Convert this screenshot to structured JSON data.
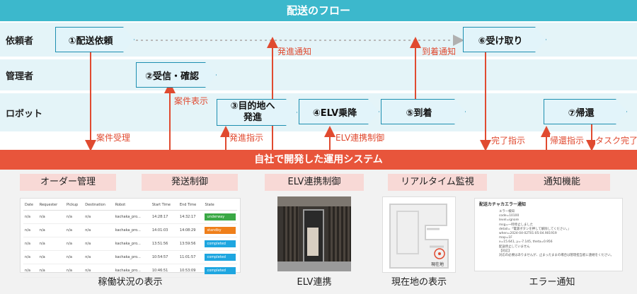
{
  "title": "配送のフロー",
  "lanes": [
    "依頼者",
    "管理者",
    "ロボット"
  ],
  "steps": [
    {
      "label": "①配送依頼"
    },
    {
      "label": "②受信・確認"
    },
    {
      "label": "③目的地へ\n発進"
    },
    {
      "label": "④ELV乗降"
    },
    {
      "label": "⑤到着"
    },
    {
      "label": "⑥受け取り"
    },
    {
      "label": "⑦帰還"
    }
  ],
  "arrow_labels": {
    "case_received": "案件受理",
    "case_display": "案件表示",
    "dispatch_instruction": "発進指示",
    "dispatch_notice": "発進通知",
    "elv_control": "ELV連携制御",
    "arrival_notice": "到着通知",
    "complete_instruction": "完了指示",
    "return_instruction": "帰還指示",
    "task_complete": "タスク完了"
  },
  "system_title": "自社で開発した運用システム",
  "features": [
    {
      "name": "オーダー管理",
      "caption": "稼働状況の表示"
    },
    {
      "name": "発送制御",
      "caption": ""
    },
    {
      "name": "ELV連携制御",
      "caption": "ELV連携"
    },
    {
      "name": "リアルタイム監視",
      "caption": "現在地の表示"
    },
    {
      "name": "通知機能",
      "caption": "エラー通知"
    }
  ],
  "order_table": {
    "headers": [
      "Date",
      "Requester",
      "Pickup",
      "Destination",
      "Robot",
      "Start Time",
      "End Time",
      "State"
    ],
    "rows": [
      {
        "date": "n/a",
        "requester": "n/a",
        "pickup": "n/a",
        "destination": "n/a",
        "robot": "kachaka_pro...",
        "start": "14:28:17",
        "end": "14:32:17",
        "state": "underway",
        "color": "#3aa845"
      },
      {
        "date": "n/a",
        "requester": "n/a",
        "pickup": "n/a",
        "destination": "n/a",
        "robot": "kachaka_pro...",
        "start": "14:01:03",
        "end": "14:08:29",
        "state": "standby",
        "color": "#ef7f1a"
      },
      {
        "date": "n/a",
        "requester": "n/a",
        "pickup": "n/a",
        "destination": "n/a",
        "robot": "kachaka_pro...",
        "start": "13:51:56",
        "end": "13:59:56",
        "state": "completed",
        "color": "#1ea6e0"
      },
      {
        "date": "n/a",
        "requester": "n/a",
        "pickup": "n/a",
        "destination": "n/a",
        "robot": "kachaka_pro...",
        "start": "10:54:57",
        "end": "11:01:57",
        "state": "completed",
        "color": "#1ea6e0"
      },
      {
        "date": "n/a",
        "requester": "n/a",
        "pickup": "n/a",
        "destination": "n/a",
        "robot": "kachaka_pro...",
        "start": "10:46:51",
        "end": "10:53:09",
        "state": "completed",
        "color": "#1ea6e0"
      }
    ]
  },
  "map_label": "現在地",
  "notification": {
    "title": "配送カチャカエラー通知",
    "lines": [
      "エラー検知",
      "code=10100",
      "level=ignore",
      "msg=一時停止しました",
      "detail=「電源ボタンを押して解除してください。」",
      "when=2024-04-02T01:05:04.901919",
      "map=1F",
      "x=15.641, y=-7.145, theta=0.956",
      "配送停止していません",
      "【対応】",
      "対応の必要はありませんが、止まったままの場合は管理担当者に連絡をください。"
    ]
  }
}
